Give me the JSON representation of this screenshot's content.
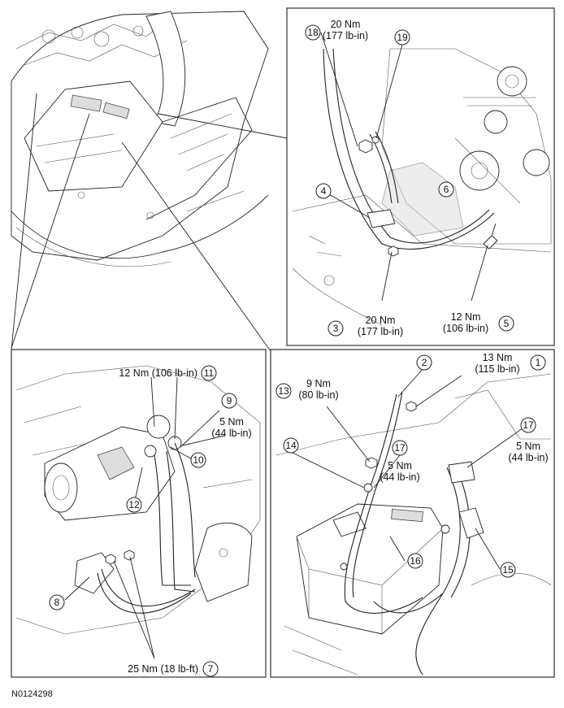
{
  "figure_id": "N0124298",
  "callouts": {
    "c1": "1",
    "c2": "2",
    "c3": "3",
    "c4": "4",
    "c5": "5",
    "c6": "6",
    "c7": "7",
    "c8": "8",
    "c9": "9",
    "c10": "10",
    "c11": "11",
    "c12": "12",
    "c13": "13",
    "c14": "14",
    "c15": "15",
    "c16": "16",
    "c17a": "17",
    "c17b": "17",
    "c18": "18",
    "c19": "19"
  },
  "torque": {
    "t18_a": "20 Nm",
    "t18_b": "(177 lb-in)",
    "t3_a": "20 Nm",
    "t3_b": "(177 lb-in)",
    "t5_a": "12 Nm",
    "t5_b": "(106 lb-in)",
    "t11": "12 Nm (106 lb-in)",
    "t9_a": "5 Nm",
    "t9_b": "(44 lb-in)",
    "t7": "25 Nm (18 lb-ft)",
    "t1_a": "13 Nm",
    "t1_b": "(115 lb-in)",
    "t13_a": "9 Nm",
    "t13_b": "(80 lb-in)",
    "t17a_a": "5 Nm",
    "t17a_b": "(44 lb-in)",
    "t17b_a": "5 Nm",
    "t17b_b": "(44 lb-in)"
  }
}
